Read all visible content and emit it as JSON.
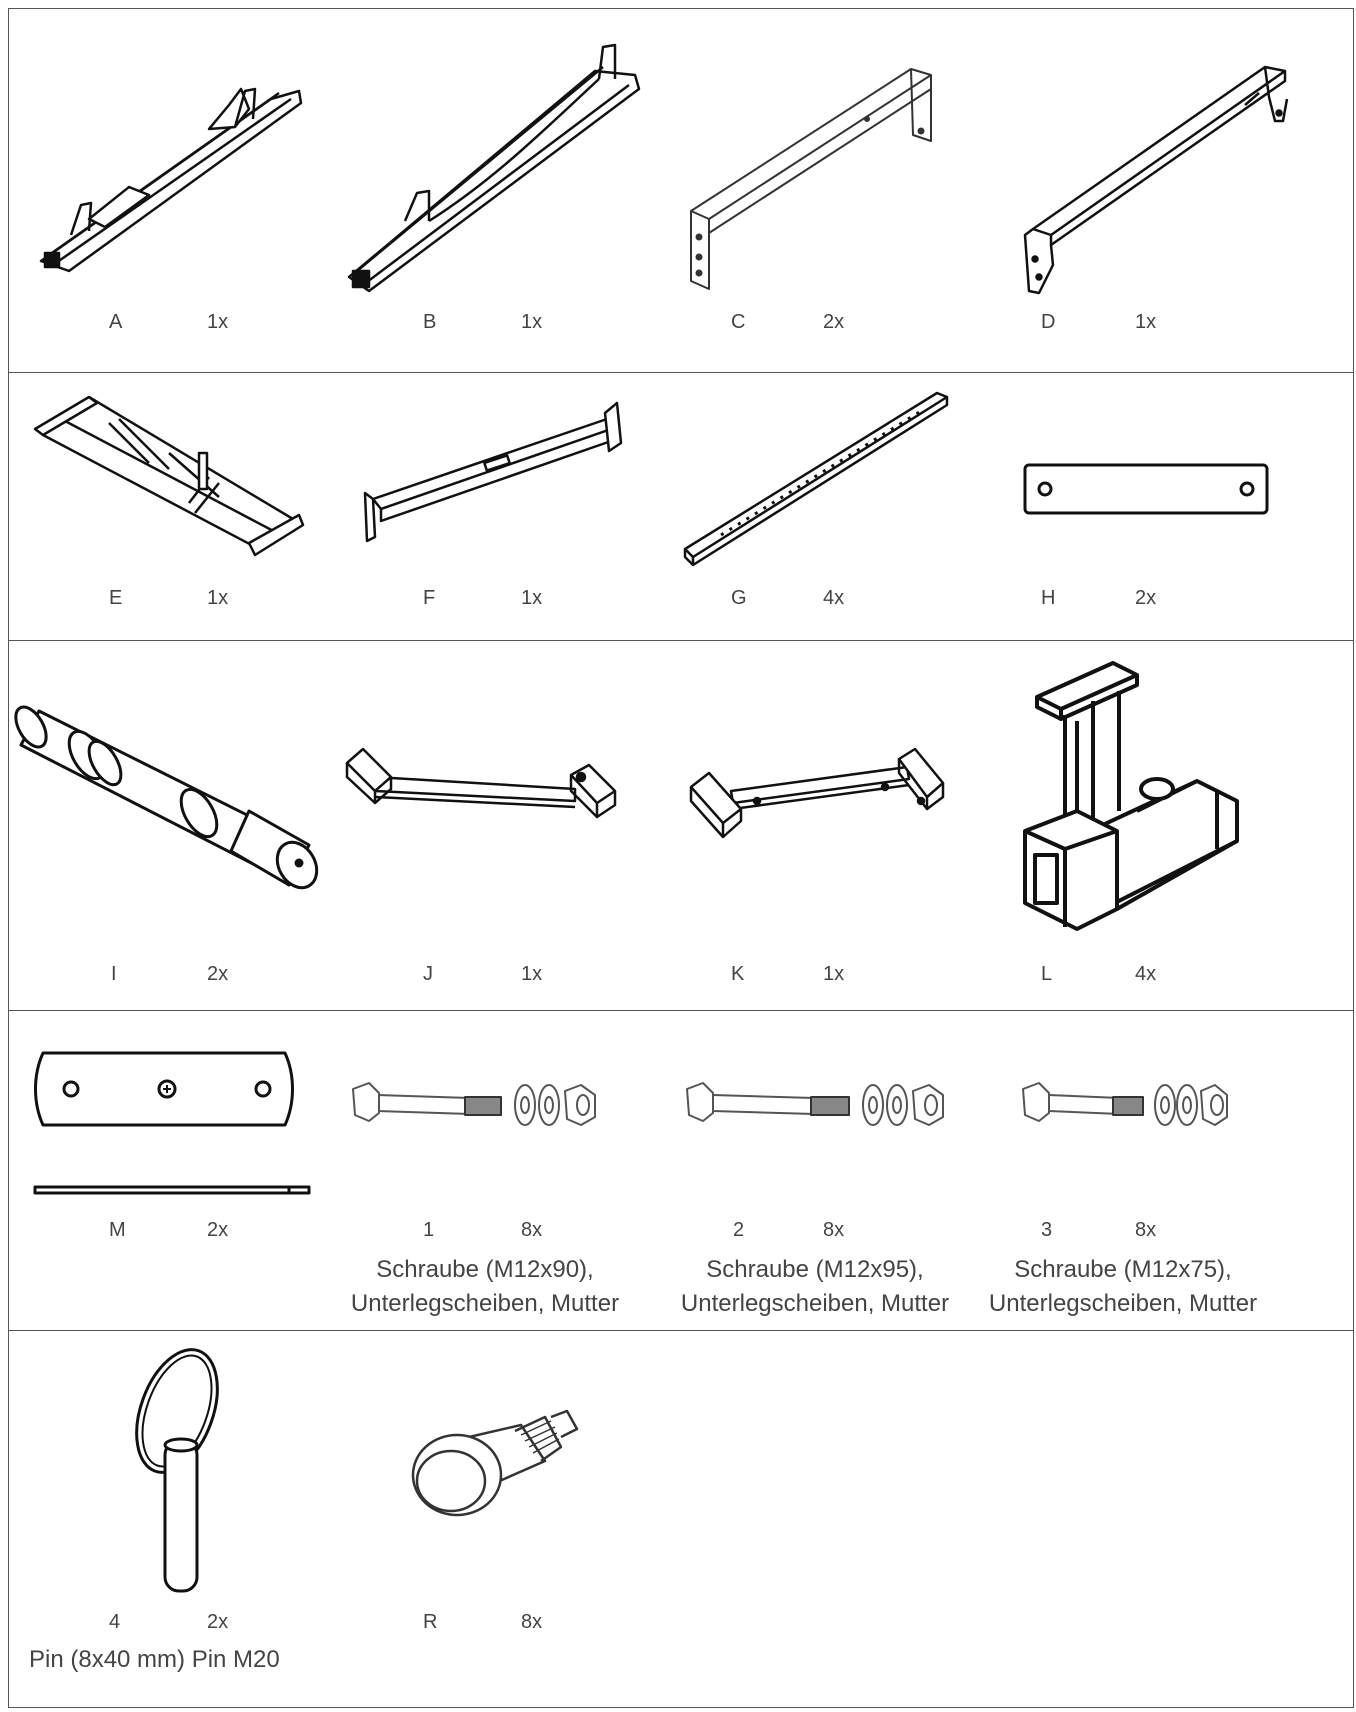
{
  "rows": [
    {
      "parts": [
        {
          "id": "A",
          "qty": "1x",
          "icon": "rail-bar-icon"
        },
        {
          "id": "B",
          "qty": "1x",
          "icon": "rail-bar-icon"
        },
        {
          "id": "C",
          "qty": "2x",
          "icon": "bracket-bar-icon"
        },
        {
          "id": "D",
          "qty": "1x",
          "icon": "bracket-bar-icon"
        }
      ]
    },
    {
      "parts": [
        {
          "id": "E",
          "qty": "1x",
          "icon": "truss-frame-icon"
        },
        {
          "id": "F",
          "qty": "1x",
          "icon": "cross-bar-icon"
        },
        {
          "id": "G",
          "qty": "4x",
          "icon": "perforated-bar-icon"
        },
        {
          "id": "H",
          "qty": "2x",
          "icon": "flat-plate-icon"
        }
      ]
    },
    {
      "parts": [
        {
          "id": "I",
          "qty": "2x",
          "icon": "sleeve-pin-icon"
        },
        {
          "id": "J",
          "qty": "1x",
          "icon": "short-bar-icon"
        },
        {
          "id": "K",
          "qty": "1x",
          "icon": "short-bar-icon"
        },
        {
          "id": "L",
          "qty": "4x",
          "icon": "tube-bracket-icon"
        }
      ]
    },
    {
      "parts": [
        {
          "id": "M",
          "qty": "2x",
          "icon": "connector-plate-icon"
        },
        {
          "id": "1",
          "qty": "8x",
          "icon": "bolt-set-icon",
          "desc1": "Schraube (M12x90),",
          "desc2": "Unterlegscheiben, Mutter"
        },
        {
          "id": "2",
          "qty": "8x",
          "icon": "bolt-set-icon",
          "desc1": "Schraube (M12x95),",
          "desc2": "Unterlegscheiben, Mutter"
        },
        {
          "id": "3",
          "qty": "8x",
          "icon": "bolt-set-icon",
          "desc1": "Schraube (M12x75),",
          "desc2": "Unterlegscheiben, Mutter"
        }
      ]
    },
    {
      "parts": [
        {
          "id": "4",
          "qty": "2x",
          "icon": "ring-pin-icon",
          "desc1": "Pin (8x40 mm) Pin M20"
        },
        {
          "id": "R",
          "qty": "8x",
          "icon": "knob-pin-icon"
        }
      ]
    }
  ]
}
